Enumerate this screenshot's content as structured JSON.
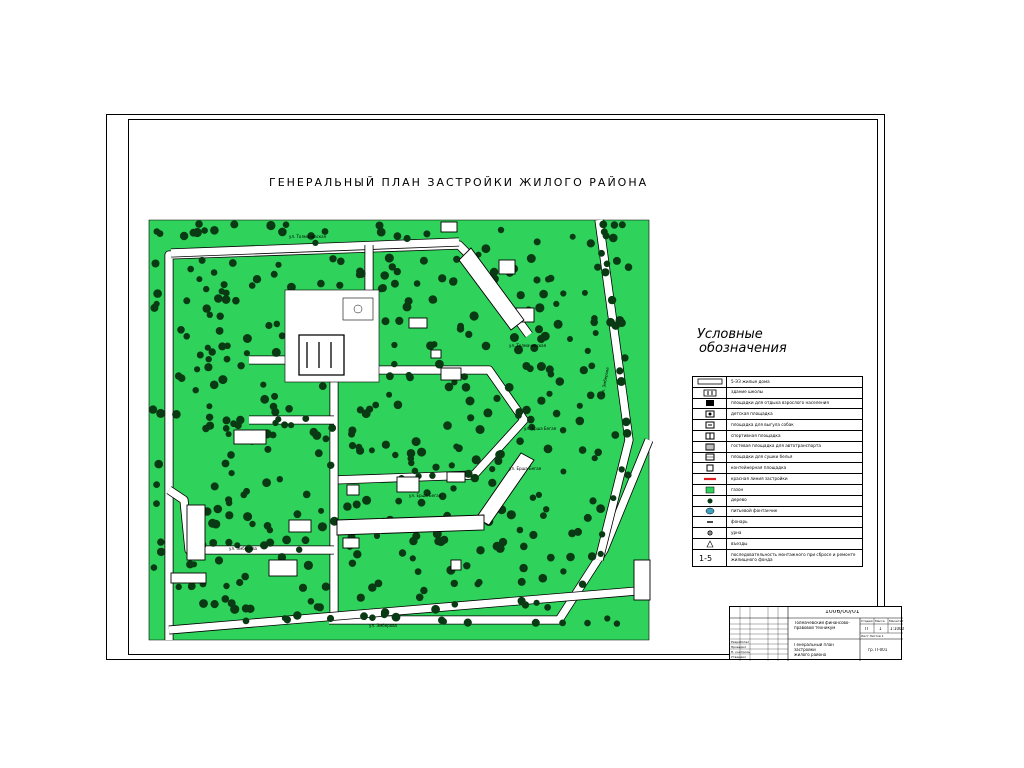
{
  "drawing": {
    "title": "ГЕНЕРАЛЬНЫЙ ПЛАН ЗАСТРОЙКИ ЖИЛОГО РАЙОНА",
    "street_labels": [
      "ул. Толмачевская",
      "ул. Толмачевская",
      "ул. Ерша Бегая",
      "ул. Ерша Бегая",
      "ул. Ерша Бегая",
      "ул. Эмберова",
      "ул. Эмберова",
      "ул. Эмберова"
    ],
    "map_colors": {
      "green_zone": "#2fd35b",
      "tree": "#0a3a14",
      "road": "#ffffff",
      "outline": "#000000"
    }
  },
  "legend": {
    "heading_line1": "Условные",
    "heading_line2": "обозначения",
    "items": [
      {
        "symbol": "building-icon",
        "text": "5-ЭЗ жилые дома"
      },
      {
        "symbol": "school-icon",
        "text": "здание школы"
      },
      {
        "symbol": "adult-rest-icon",
        "text": "площадки для отдыха взрослого населения"
      },
      {
        "symbol": "playground-icon",
        "text": "детская площадка"
      },
      {
        "symbol": "dog-walk-icon",
        "text": "площадка для выгула собак"
      },
      {
        "symbol": "sports-icon",
        "text": "спортивная площадка"
      },
      {
        "symbol": "parking-icon",
        "text": "гостевая площадка для автотранспорта"
      },
      {
        "symbol": "laundry-icon",
        "text": "площадки для сушки белья"
      },
      {
        "symbol": "container-icon",
        "text": "контейнерная площадка"
      },
      {
        "symbol": "red-line-icon",
        "text": "красная линия застройки"
      },
      {
        "symbol": "lawn-icon",
        "text": "газон"
      },
      {
        "symbol": "tree-icon",
        "text": "дерево"
      },
      {
        "symbol": "fountain-icon",
        "text": "питьевой фонтанчик"
      },
      {
        "symbol": "lamp-icon",
        "text": "фонарь"
      },
      {
        "symbol": "entrance-icon",
        "text": "урна"
      },
      {
        "symbol": "entry-icon",
        "text": "въезды"
      },
      {
        "symbol": "sequence-icon",
        "text": "последовательность монтажного при сбросе и ремонте жилищного фонда"
      }
    ]
  },
  "stamp": {
    "code": "1006/00/01",
    "org_lines": [
      "Толмачевский финансово-",
      "правовой техникум"
    ],
    "sheet_title_lines": [
      "Генеральный план",
      "застройки",
      "жилого района"
    ],
    "group": "гр. П-001",
    "stage_header": [
      "Стадия",
      "Масса",
      "Масштаб"
    ],
    "stage_values": [
      "П",
      "1",
      "1:1000"
    ],
    "sheet_row": "Лист     Листов  1",
    "left_rows": [
      "Разработал",
      "Проверил",
      "Н. контроль",
      "Утвердил"
    ]
  }
}
